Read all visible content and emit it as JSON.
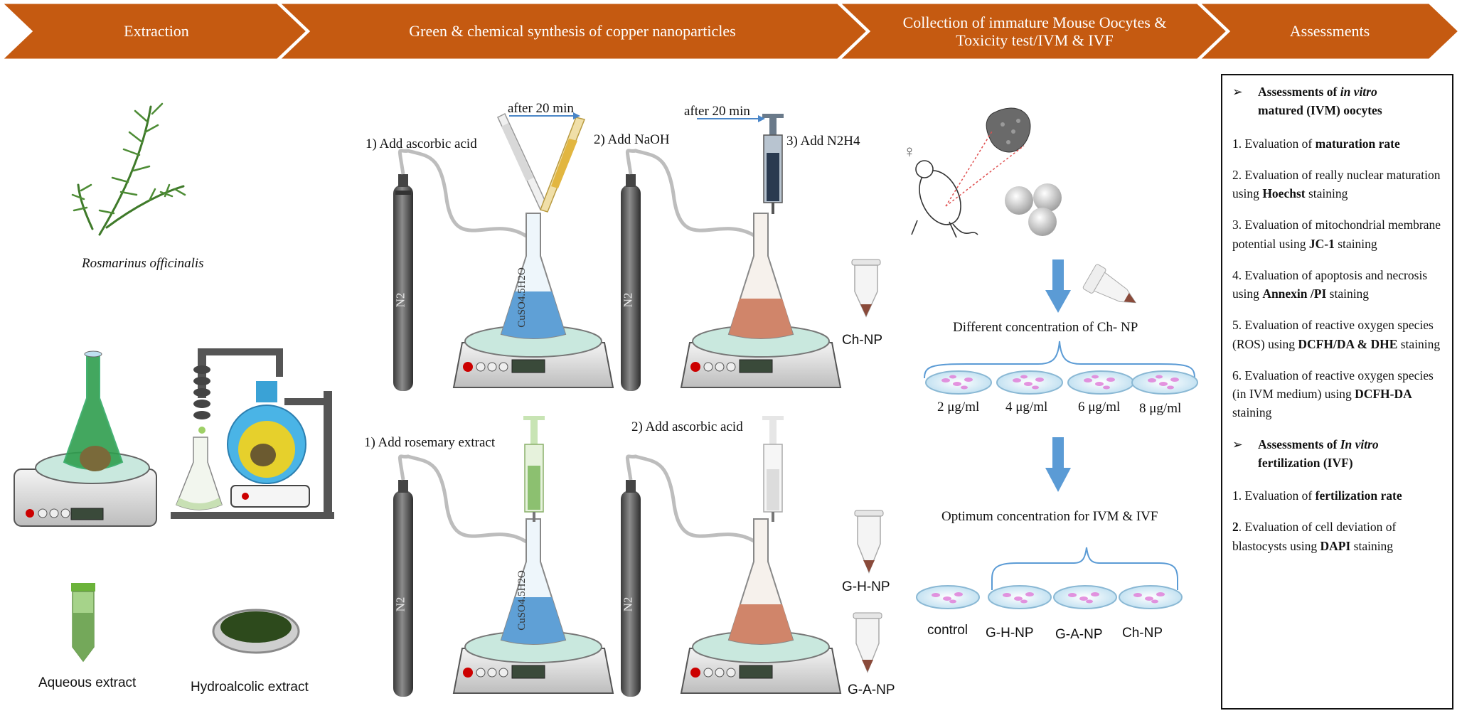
{
  "banner": {
    "steps": [
      {
        "label": "Extraction"
      },
      {
        "label": "Green & chemical synthesis of copper nanoparticles"
      },
      {
        "label_line1": "Collection of immature Mouse Oocytes &",
        "label_line2": "Toxicity test/IVM & IVF"
      },
      {
        "label": "Assessments"
      }
    ],
    "color": "#c55a11"
  },
  "extraction": {
    "plant": "Rosmarinus officinalis",
    "aqueous": "Aqueous extract",
    "hydro": "Hydroalcolic extract"
  },
  "synthesis": {
    "after1": "after 20 min",
    "after2": "after 20 min",
    "step_ascorbic": "1) Add ascorbic acid",
    "step_naoh": "2) Add NaOH",
    "step_n2h4": "3) Add N2H4",
    "step_rosemary": "1) Add rosemary extract",
    "step_ascorbic2": "2) Add ascorbic acid",
    "cyl": "N2",
    "flask_label": "CuSO4.5H2O",
    "ch_np": "Ch-NP",
    "gh_np": "G-H-NP",
    "ga_np": "G-A-NP"
  },
  "oocytes": {
    "female_symbol": "♀",
    "diff_conc": "Different concentration of Ch- NP",
    "concs": [
      "2 μg/ml",
      "4 μg/ml",
      "6 μg/ml",
      "8 μg/ml"
    ],
    "optimum": "Optimum  concentration for IVM  & IVF",
    "groups": [
      "control",
      "G-H-NP",
      "G-A-NP",
      "Ch-NP"
    ]
  },
  "assessments": {
    "arrow": "➢",
    "ivm_head_a": "Assessments of ",
    "ivm_head_b": "in vitro",
    "ivm_head_c": "matured (IVM)  oocytes",
    "items_ivm": [
      {
        "pre": "1. Evaluation of ",
        "bold": "maturation  rate",
        "post": ""
      },
      {
        "pre": "2. Evaluation of really nuclear maturation using ",
        "bold": "Hoechst",
        "post": "  staining"
      },
      {
        "pre": "3. Evaluation of mitochondrial membrane potential using ",
        "bold": "JC-1",
        "post": " staining"
      },
      {
        "pre": "4. Evaluation of apoptosis and necrosis using ",
        "bold": "Annexin  /PI",
        "post": " staining"
      },
      {
        "pre": "5. Evaluation of reactive oxygen species (ROS)  using ",
        "bold": "DCFH/DA & DHE",
        "post": "  staining"
      },
      {
        "pre": "6. Evaluation of reactive oxygen species (in IVM medium)  using ",
        "bold": "DCFH-DA",
        "post": "  staining"
      }
    ],
    "ivf_head_a": "Assessments of  ",
    "ivf_head_b": "In vitro",
    "ivf_head_c": "fertilization  (IVF)",
    "items_ivf": [
      {
        "pre": "1. Evaluation of ",
        "bold": "fertilization  rate",
        "post": ""
      },
      {
        "pre": ". Evaluation of cell deviation of blastocysts using ",
        "bold": "DAPI",
        "post": " staining",
        "lead": "2"
      }
    ]
  }
}
